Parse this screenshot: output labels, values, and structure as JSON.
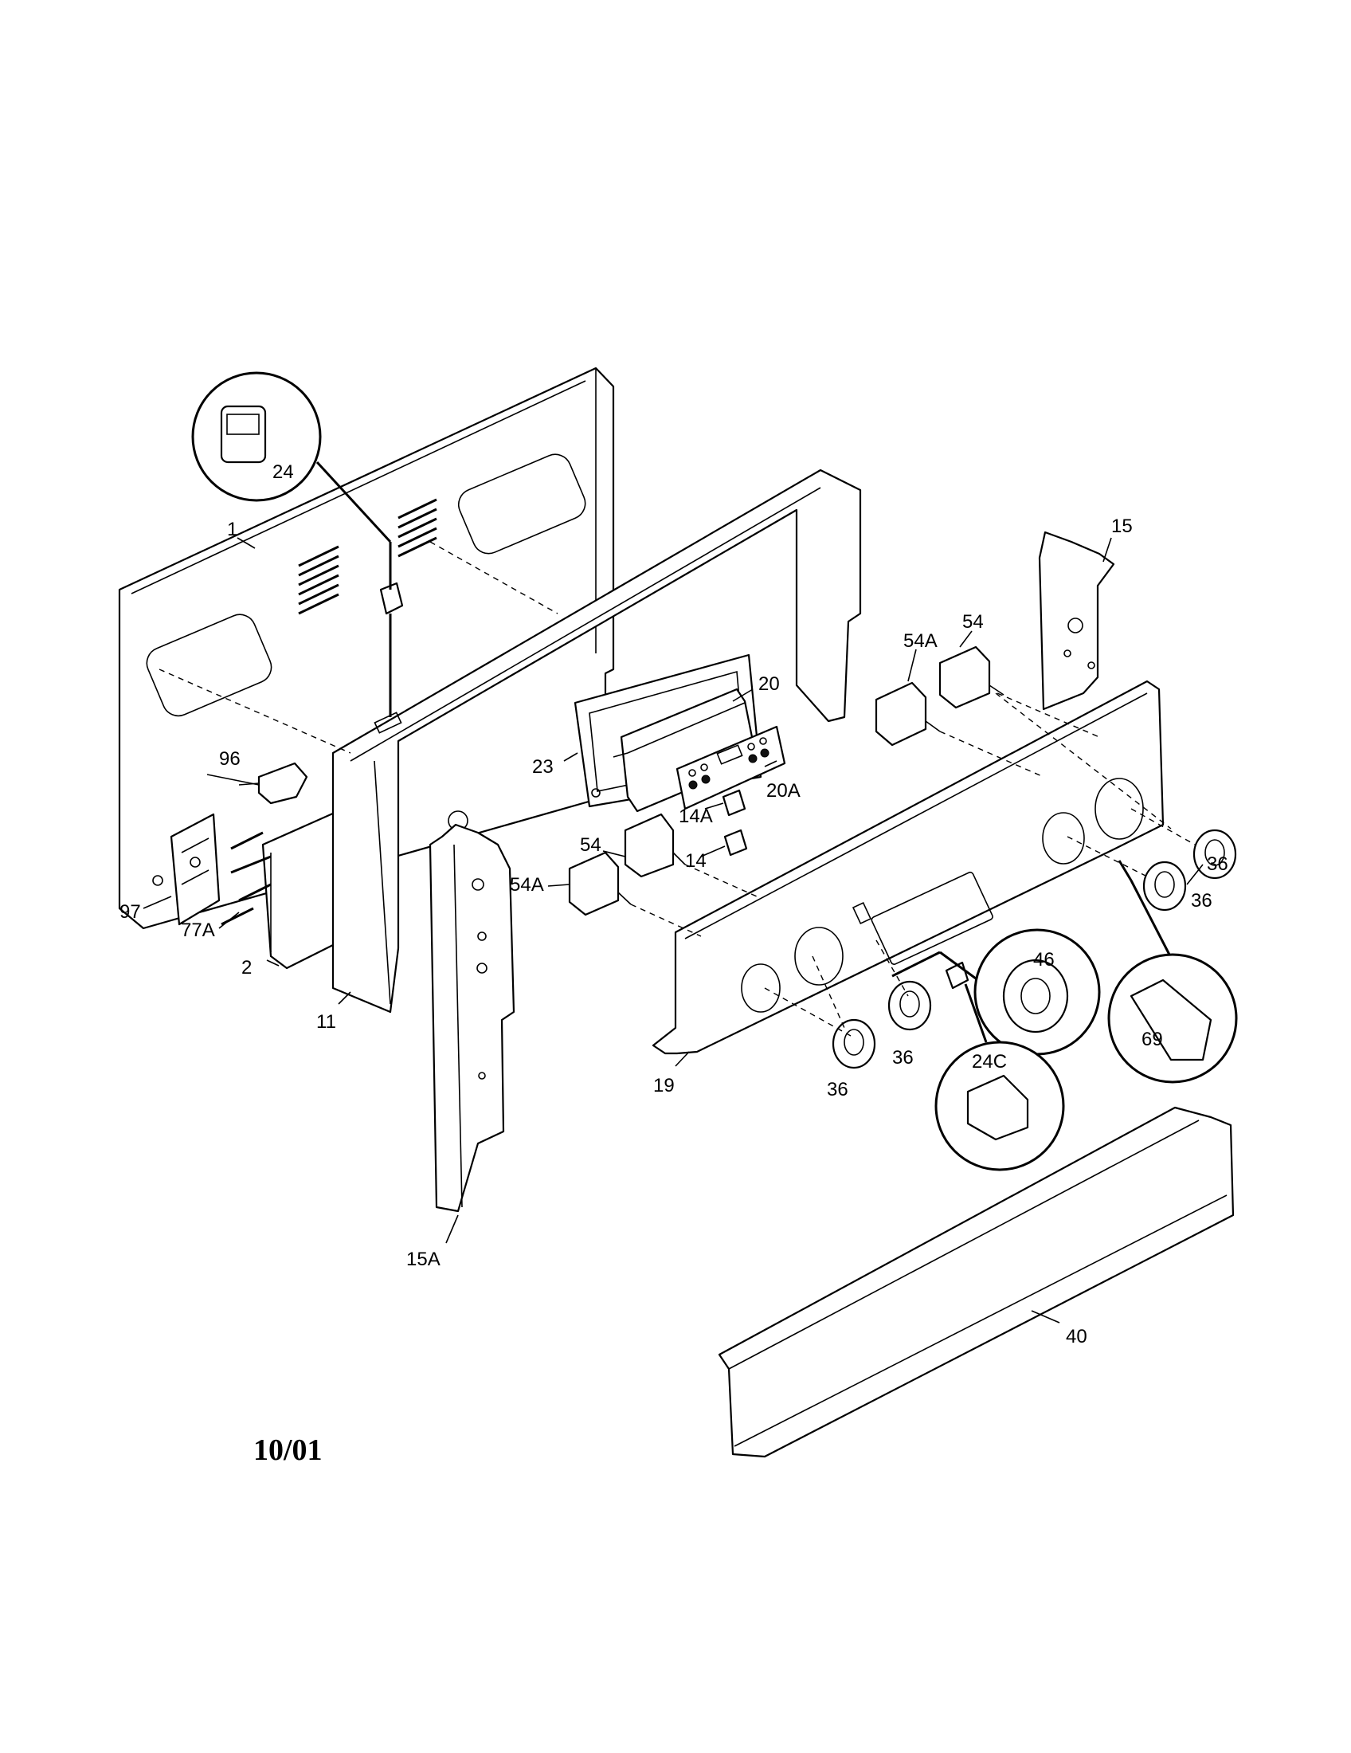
{
  "diagram": {
    "date_code": "10/01",
    "part_labels": {
      "p1": "1",
      "p2": "2",
      "p11": "11",
      "p14": "14",
      "p14a": "14A",
      "p15": "15",
      "p15a": "15A",
      "p19": "19",
      "p20": "20",
      "p20a": "20A",
      "p23": "23",
      "p24": "24",
      "p24c": "24C",
      "p36a": "36",
      "p36b": "36",
      "p36c": "36",
      "p36d": "36",
      "p40": "40",
      "p46": "46",
      "p54a": "54",
      "p54b": "54",
      "p54a_a": "54A",
      "p54a_b": "54A",
      "p69": "69",
      "p77a": "77A",
      "p96": "96",
      "p97": "97"
    }
  }
}
